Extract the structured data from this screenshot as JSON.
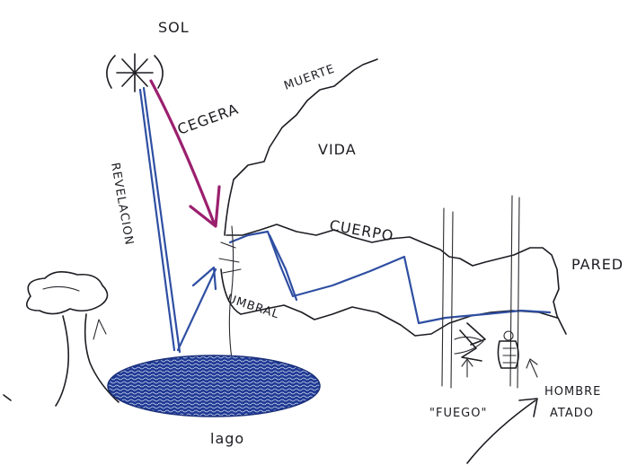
{
  "labels": {
    "sol": "SOL",
    "muerte": "MUERTE",
    "ceguera": "CEGERA",
    "vida": "VIDA",
    "revelacion": "REVELACION",
    "cuerpo": "CUERPO",
    "pared": "PARED",
    "umbral": "UMBRAL",
    "lago": "lago",
    "fuego": "\"FUEGO\"",
    "hombre": "HOMBRE",
    "atado": "ATADO"
  },
  "colors": {
    "ink": "#1c1c22",
    "blue": "#2f4fa3",
    "magenta": "#9b1f6e",
    "lake": "#27408f"
  }
}
